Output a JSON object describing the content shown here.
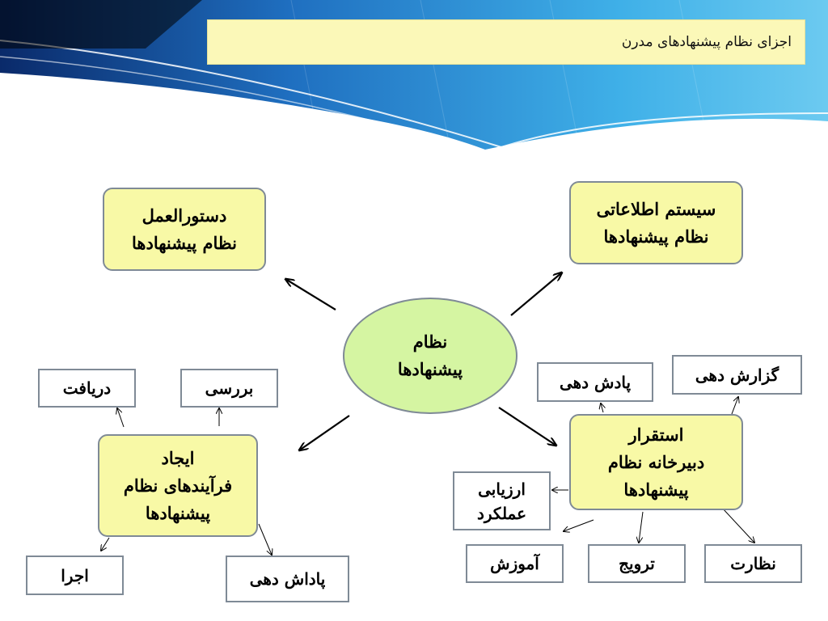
{
  "slide": {
    "title": "اجزای نظام پیشنهادهای مدرن"
  },
  "diagram": {
    "center": [
      "نظام",
      "پیشنهادها"
    ],
    "nodes": {
      "bylaws": [
        "دستورالعمل",
        "نظام پیشنهادها"
      ],
      "info_system": [
        "سیستم اطلاعاتی",
        "نظام پیشنهادها"
      ],
      "processes": [
        "ایجاد",
        "فرآیندهای نظام",
        "پیشنهادها"
      ],
      "secretariat": [
        "استقرار",
        "دبیرخانه نظام",
        "پیشنهادها"
      ]
    },
    "leaves": {
      "receive": "دریافت",
      "review": "بررسی",
      "execute": "اجرا",
      "reward_processes": "پاداش دهی",
      "reward_secretariat": "پادش دهی",
      "reporting": "گزارش دهی",
      "evaluation": [
        "ارزیابی",
        "عملکرد"
      ],
      "training": "آموزش",
      "promotion": "ترویج",
      "supervision": "نظارت"
    }
  },
  "colors": {
    "title_bg": "#fbf8b8",
    "node_fill": "#f8f9a6",
    "center_fill": "#d5f5a2",
    "border": "#7f8a96",
    "banner_dark": "#0a2a6a",
    "banner_light": "#3fb0e8"
  }
}
